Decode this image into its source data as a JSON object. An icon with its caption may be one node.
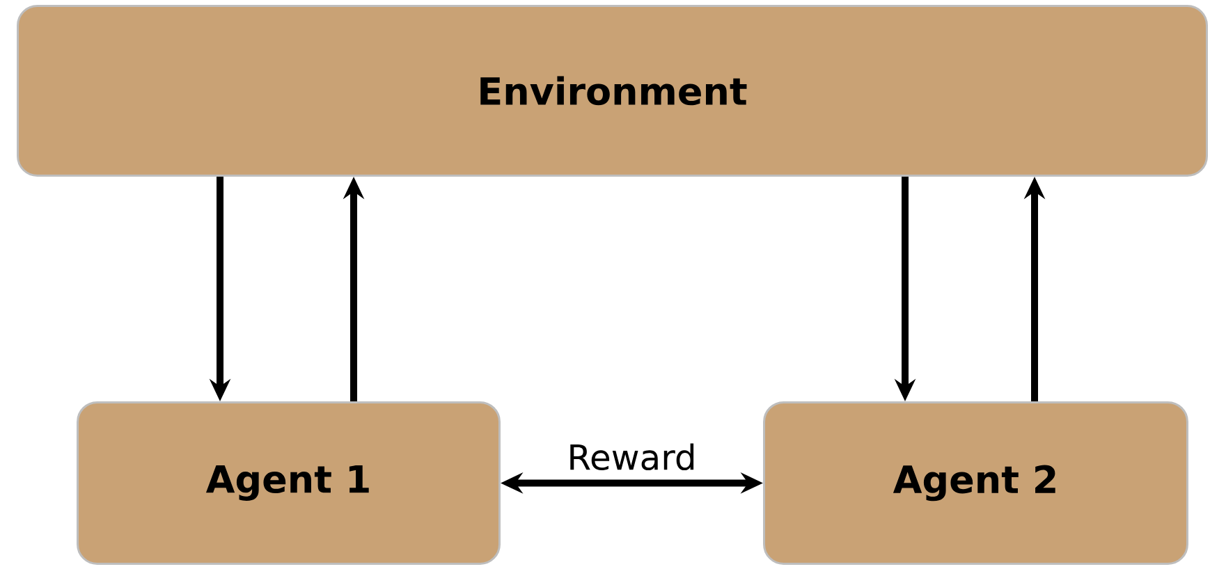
{
  "diagram": {
    "nodes": [
      {
        "text": [
          "Environment"
        ]
      },
      {
        "text": [
          "Agent 1"
        ]
      },
      {
        "text": [
          "Agent 2"
        ]
      }
    ],
    "edges": [
      {
        "from": 0,
        "to": 1,
        "arrow": "to"
      },
      {
        "from": 1,
        "to": 0,
        "arrow": "to"
      },
      {
        "from": 0,
        "to": 2,
        "arrow": "to"
      },
      {
        "from": 2,
        "to": 0,
        "arrow": "to"
      },
      {
        "from": 1,
        "to": 2,
        "arrow": "both",
        "label": "Reward"
      }
    ]
  }
}
